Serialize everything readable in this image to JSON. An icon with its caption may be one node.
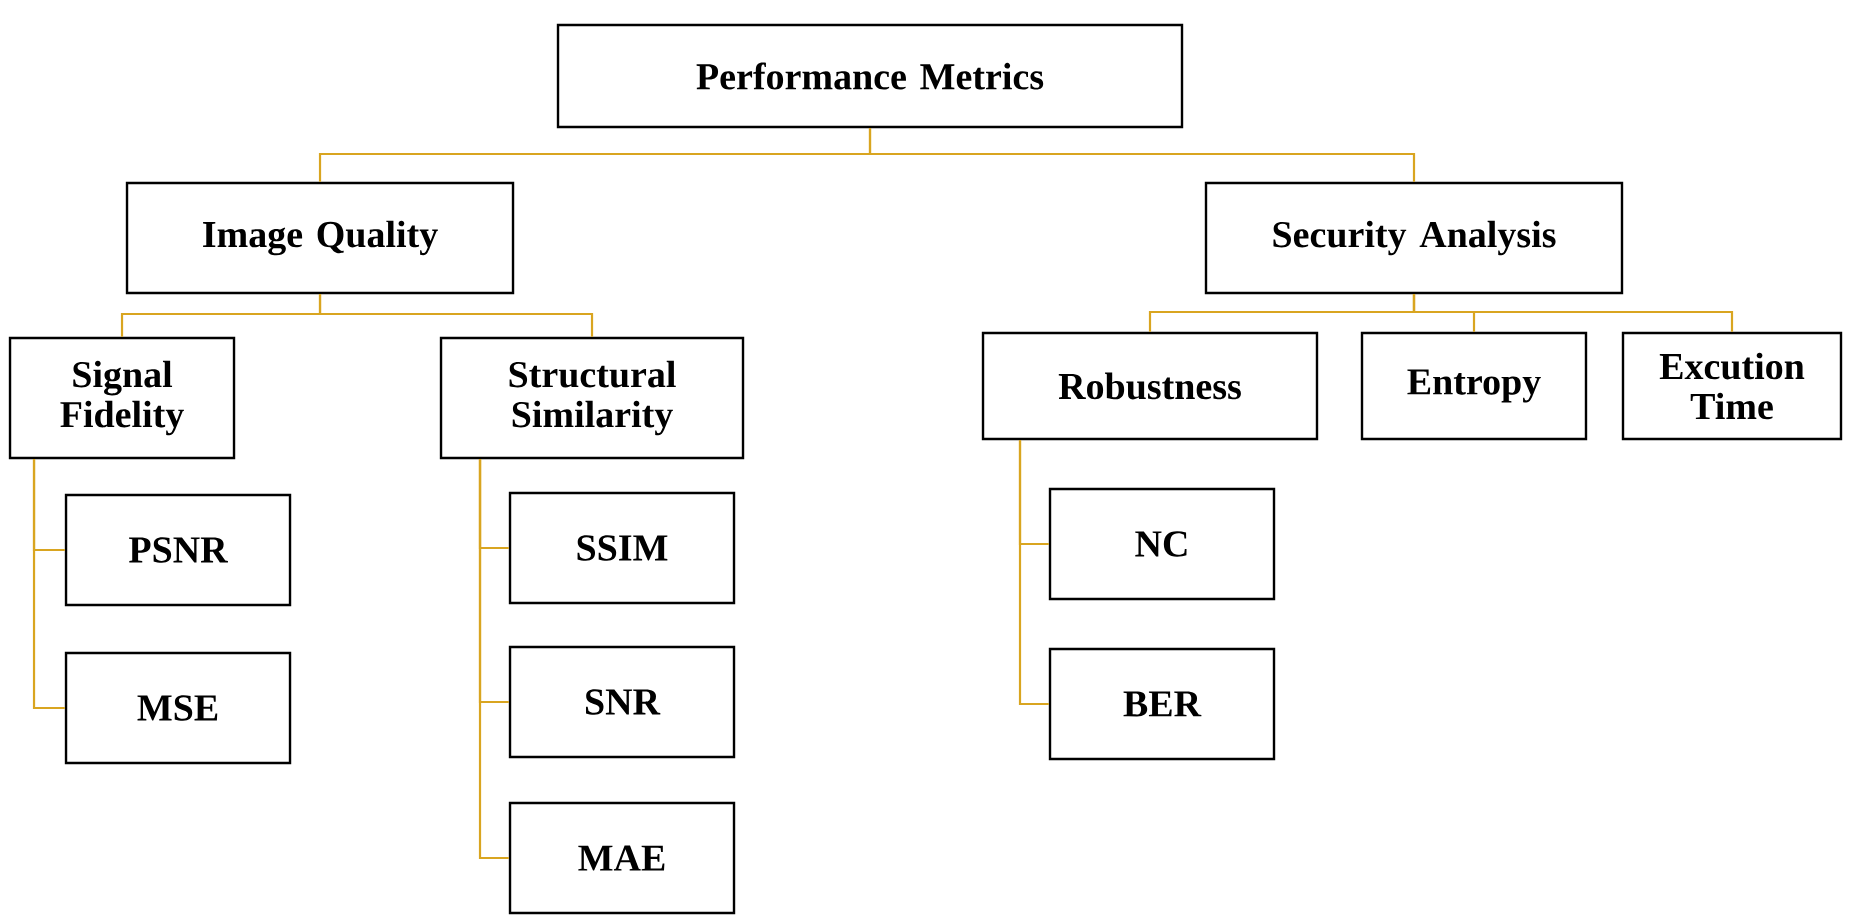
{
  "diagram": {
    "nodes": [
      {
        "text": [
          "Performance Metrics"
        ]
      },
      {
        "text": [
          "Image Quality"
        ]
      },
      {
        "text": [
          "Security Analysis"
        ]
      },
      {
        "text": [
          "Signal Fidelity"
        ]
      },
      {
        "text": [
          "Structural Similarity"
        ]
      },
      {
        "text": [
          "Robustness"
        ]
      },
      {
        "text": [
          "Entropy"
        ]
      },
      {
        "text": [
          "Excution Time"
        ]
      },
      {
        "text": [
          "PSNR"
        ]
      },
      {
        "text": [
          "MSE"
        ]
      },
      {
        "text": [
          "SSIM"
        ]
      },
      {
        "text": [
          "SNR"
        ]
      },
      {
        "text": [
          "MAE"
        ]
      },
      {
        "text": [
          "NC"
        ]
      },
      {
        "text": [
          "BER"
        ]
      }
    ],
    "edges": [
      {
        "from": 0,
        "to": 1,
        "arrow": "none"
      },
      {
        "from": 0,
        "to": 2,
        "arrow": "none"
      },
      {
        "from": 1,
        "to": 3,
        "arrow": "none"
      },
      {
        "from": 1,
        "to": 4,
        "arrow": "none"
      },
      {
        "from": 2,
        "to": 5,
        "arrow": "none"
      },
      {
        "from": 2,
        "to": 6,
        "arrow": "none"
      },
      {
        "from": 2,
        "to": 7,
        "arrow": "none"
      },
      {
        "from": 3,
        "to": 8,
        "arrow": "none"
      },
      {
        "from": 3,
        "to": 9,
        "arrow": "none"
      },
      {
        "from": 4,
        "to": 10,
        "arrow": "none"
      },
      {
        "from": 4,
        "to": 11,
        "arrow": "none"
      },
      {
        "from": 4,
        "to": 12,
        "arrow": "none"
      },
      {
        "from": 5,
        "to": 13,
        "arrow": "none"
      },
      {
        "from": 5,
        "to": 14,
        "arrow": "none"
      }
    ]
  }
}
